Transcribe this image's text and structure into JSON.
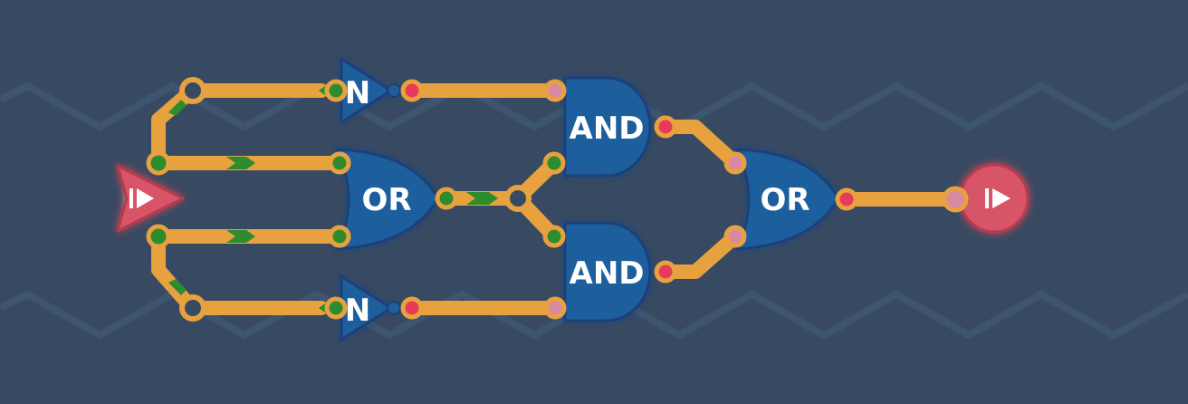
{
  "colors": {
    "background": "#374a62",
    "zigzag": "#3e5570",
    "wire": "#e8a13f",
    "wire_active": "#2e8b2e",
    "gate_fill": "#1f5e9c",
    "gate_stroke": "#1a3f7a",
    "gate_glow": "#3a6fd0",
    "port_red": "#e83a5a",
    "port_green": "#2e8b2e",
    "io_fill": "#d85568",
    "io_glow": "#ff6f86",
    "label": "#ffffff"
  },
  "gates": {
    "not_top": {
      "label": "N"
    },
    "or_left": {
      "label": "OR"
    },
    "not_bottom": {
      "label": "N"
    },
    "and_top": {
      "label": "AND"
    },
    "and_bottom": {
      "label": "AND"
    },
    "or_right": {
      "label": "OR"
    }
  },
  "io": {
    "input": {
      "icon": "step-play-icon"
    },
    "output": {
      "icon": "step-play-icon"
    }
  }
}
